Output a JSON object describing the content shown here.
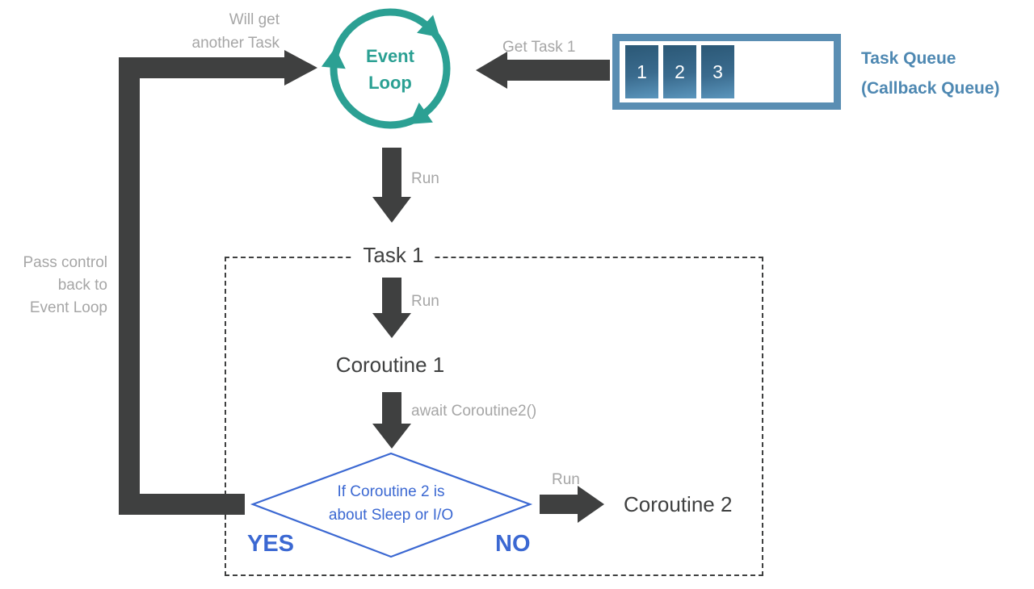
{
  "colors": {
    "arrow_dark": "#3f4040",
    "label_gray": "#a6a6a6",
    "event_loop_teal": "#2ba093",
    "decision_blue": "#3b68d2",
    "queue_border_blue": "#5a8eb3",
    "queue_label_blue": "#4e88b2",
    "queue_item_gradient_top": "#2b5876",
    "queue_item_gradient_bottom": "#5b96bd"
  },
  "event_loop": {
    "label": "Event\nLoop"
  },
  "task_queue": {
    "title": "Task Queue\n(Callback Queue)",
    "items": [
      "1",
      "2",
      "3"
    ]
  },
  "labels": {
    "will_get": "Will get\nanother Task",
    "get_task": "Get Task 1",
    "run_event_to_task": "Run",
    "run_task_to_coroutine": "Run",
    "await_coroutine": "await Coroutine2()",
    "run_to_coroutine2": "Run",
    "pass_control": "Pass control\nback to\nEvent Loop"
  },
  "task_block": {
    "title": "Task 1",
    "coroutine1": "Coroutine 1",
    "decision": "If Coroutine 2 is\nabout Sleep or I/O",
    "yes": "YES",
    "no": "NO",
    "coroutine2": "Coroutine 2"
  }
}
